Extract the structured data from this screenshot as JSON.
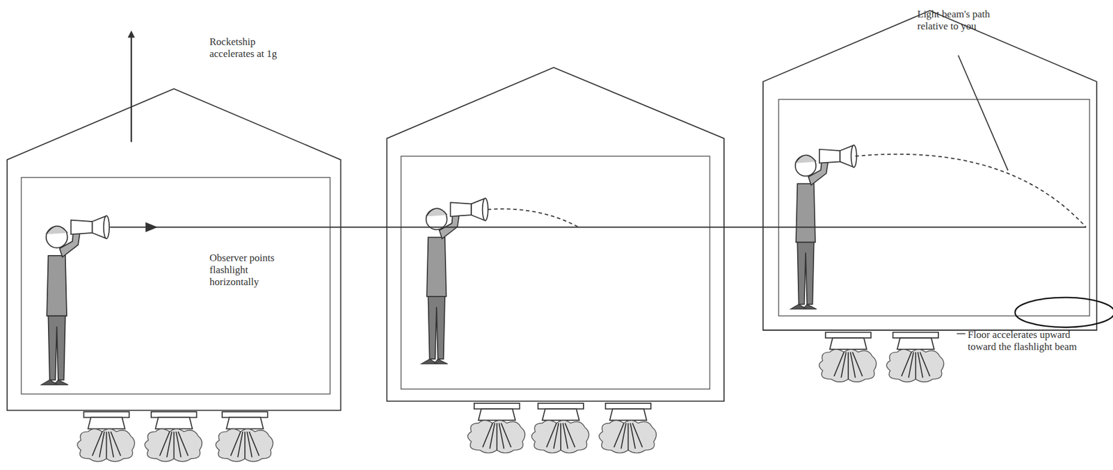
{
  "diagram": {
    "labels": [
      "Rocketship accelerates at 1g",
      "Observer points flashlight horizontally",
      "Light beam's path relative to you",
      "Floor accelerates upward toward the flashlight beam"
    ]
  }
}
